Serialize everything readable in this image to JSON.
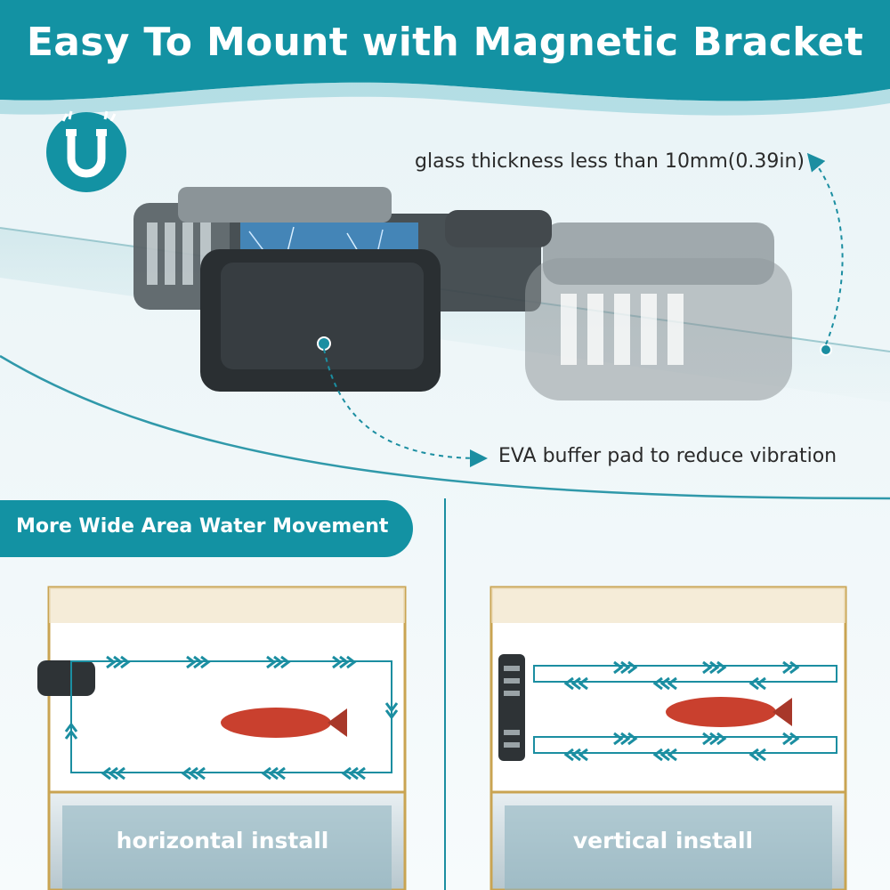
{
  "header": {
    "title": "Easy To Mount with Magnetic Bracket"
  },
  "callouts": {
    "glass_thickness": "glass thickness less than 10mm(0.39in)",
    "eva_pad": "EVA buffer pad to reduce vibration"
  },
  "section": {
    "title": "More Wide Area Water Movement"
  },
  "installs": {
    "horizontal_label": "horizontal install",
    "vertical_label": "vertical install"
  },
  "colors": {
    "teal": "#1392a3",
    "dark_pump": "#2e3336",
    "gold": "#c9a452",
    "fish": "#c9402e"
  },
  "icons": {
    "badge": "magnet-icon"
  }
}
